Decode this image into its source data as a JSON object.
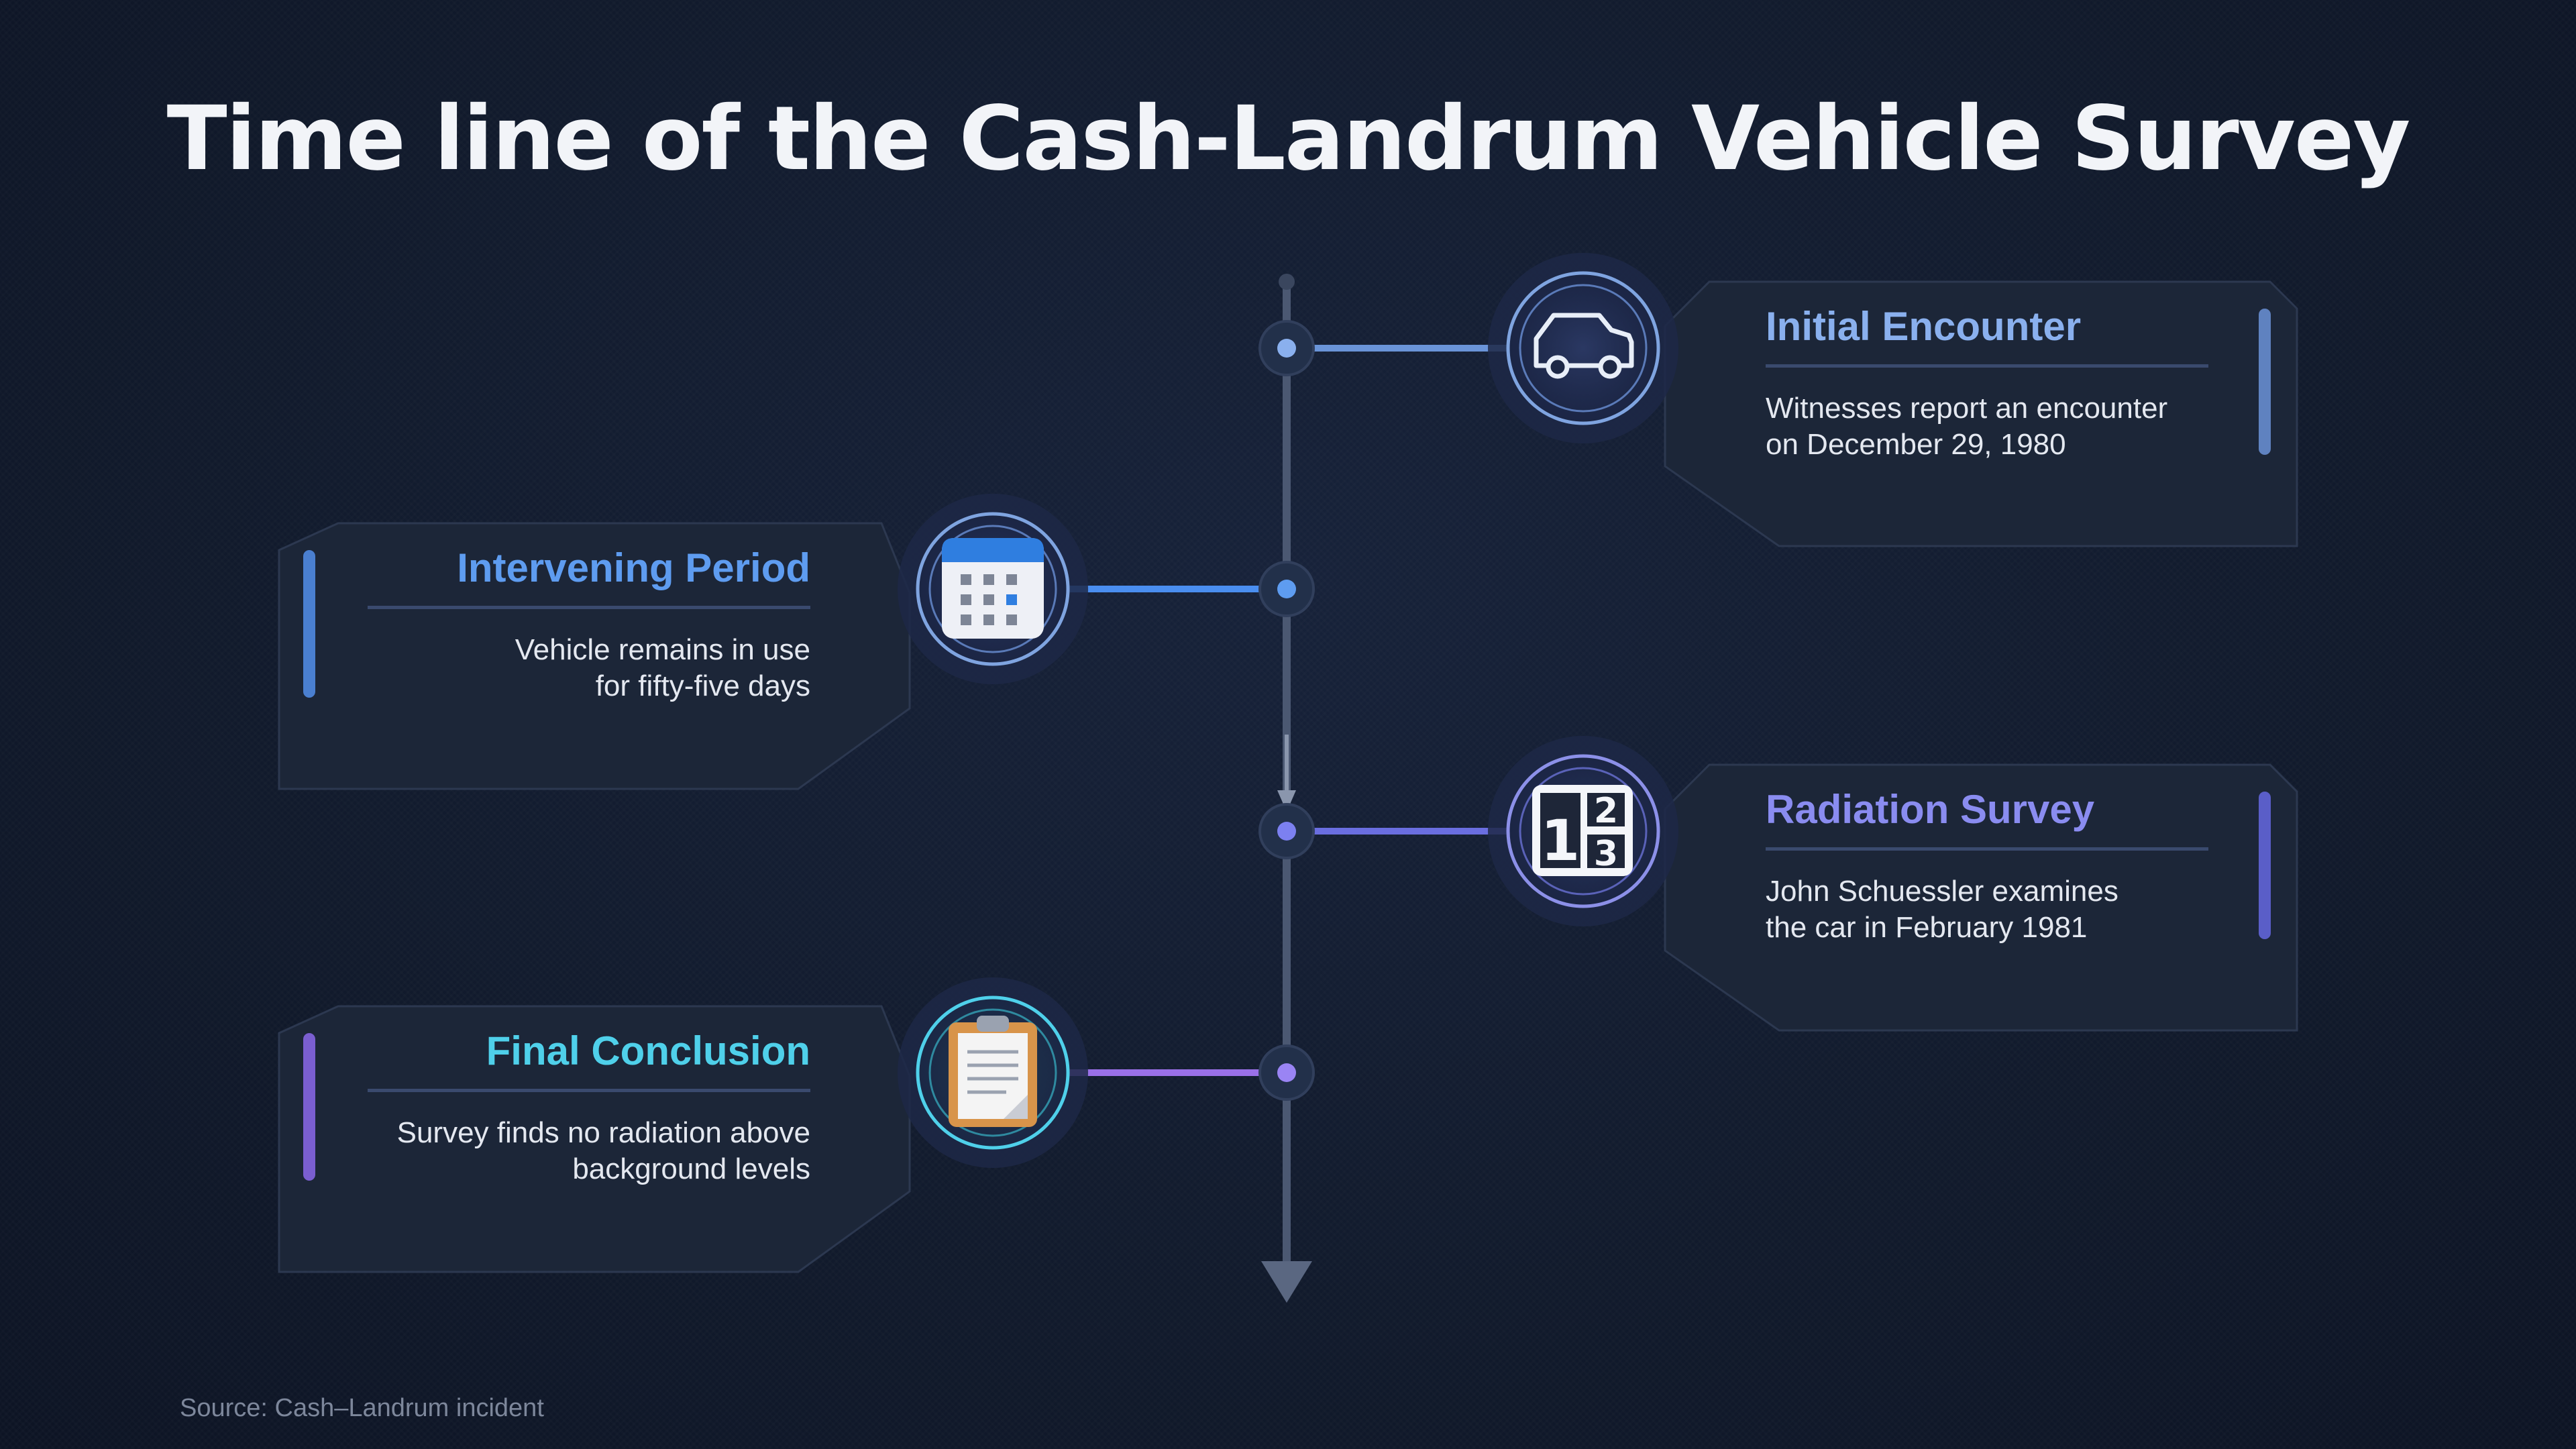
{
  "title": "Time line of the Cash-Landrum Vehicle Survey",
  "source": "Source: Cash–Landrum incident",
  "events": [
    {
      "title": "Initial Encounter",
      "body": "Witnesses report an encounter\non December 29, 1980",
      "icon": "car-icon",
      "color": "#8ab0ee"
    },
    {
      "title": "Intervening Period",
      "body": "Vehicle remains in use\nfor fifty-five days",
      "icon": "calendar-icon",
      "color": "#5e9cf0"
    },
    {
      "title": "Radiation Survey",
      "body": "John Schuessler examines\nthe car in February 1981",
      "icon": "numbers-icon",
      "color": "#8a8cf0"
    },
    {
      "title": "Final Conclusion",
      "body": "Survey finds no radiation above\nbackground levels",
      "icon": "clipboard-icon",
      "color": "#4fd0ea"
    }
  ]
}
